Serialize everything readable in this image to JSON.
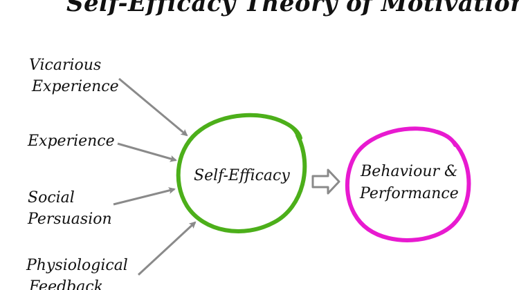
{
  "title": "Self-Efficacy Theory of Motivation",
  "factors": [
    {
      "lines": [
        "Vicarious",
        "Experience"
      ]
    },
    {
      "lines": [
        "Experience"
      ]
    },
    {
      "lines": [
        "Social",
        "Persuasion"
      ]
    },
    {
      "lines": [
        "Physiological",
        "Feedback"
      ]
    }
  ],
  "center": {
    "label": "Self-Efficacy",
    "color": "#4caf1a"
  },
  "outcome": {
    "lines": [
      "Behaviour &",
      "Performance"
    ],
    "color": "#e81ad0"
  },
  "arrow_color": "#8a8a8a",
  "icons": {
    "factor_arrow": "arrow-right-icon",
    "flow_arrow": "hollow-arrow-right-icon"
  }
}
